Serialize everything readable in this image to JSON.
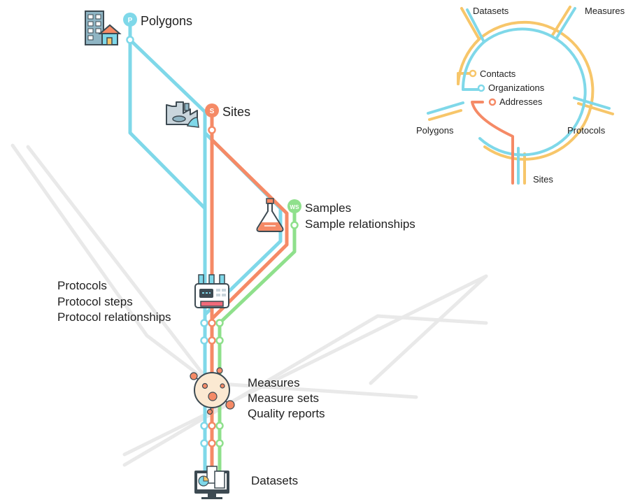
{
  "colors": {
    "blue": "#7fd8e9",
    "orange": "#f58a66",
    "green": "#8fe08c",
    "yellow": "#f7c66a",
    "gray": "#e8e8e8"
  },
  "nodes": {
    "polygons": {
      "label": "Polygons",
      "badge": "P",
      "icon": "building-house-icon"
    },
    "sites": {
      "label": "Sites",
      "badge": "S",
      "icon": "factory-icon"
    },
    "samples": {
      "label": "Samples",
      "badge": "WS",
      "icon": "flask-icon"
    },
    "sample_relationships": {
      "label": "Sample relationships"
    },
    "protocols": {
      "lines": [
        "Protocols",
        "Protocol steps",
        "Protocol relationships"
      ],
      "icon": "lab-machine-icon"
    },
    "measures": {
      "lines": [
        "Measures",
        "Measure sets",
        "Quality reports"
      ],
      "icon": "virus-icon"
    },
    "datasets": {
      "label": "Datasets",
      "icon": "monitor-chart-icon"
    }
  },
  "mini_map": {
    "labels": {
      "datasets": "Datasets",
      "measures": "Measures",
      "contacts": "Contacts",
      "organizations": "Organizations",
      "addresses": "Addresses",
      "polygons": "Polygons",
      "protocols": "Protocols",
      "sites": "Sites"
    }
  }
}
